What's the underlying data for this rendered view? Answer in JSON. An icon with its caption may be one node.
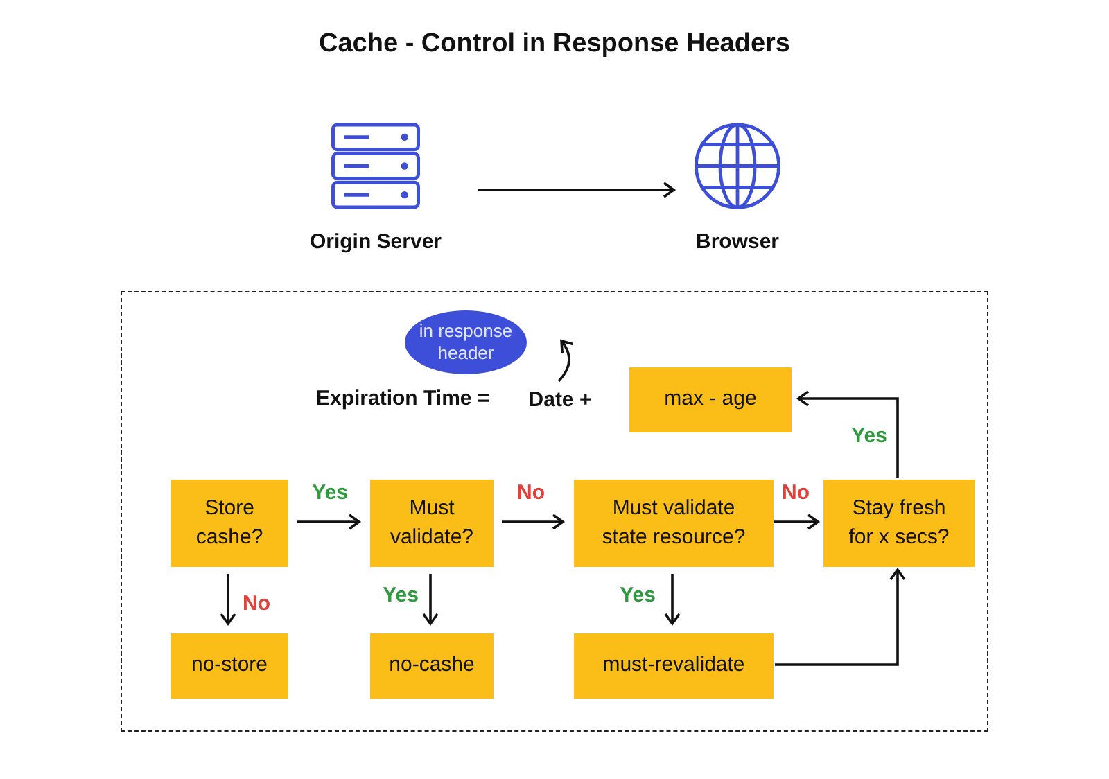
{
  "diagram": {
    "title": "Cache - Control in Response Headers",
    "nodes": [
      {
        "text": [
          "Origin Server"
        ]
      },
      {
        "text": [
          "Browser"
        ]
      },
      {
        "text": [],
        "shape": "box"
      },
      {
        "text": [
          "in response header"
        ],
        "in": 2
      },
      {
        "text": [
          "Date +"
        ],
        "in": 2
      },
      {
        "text": [
          "max - age"
        ],
        "in": 2
      },
      {
        "text": [
          "Store cashe?"
        ],
        "in": 2
      },
      {
        "text": [
          "Must validate?"
        ],
        "in": 2
      },
      {
        "text": [
          "Must validate state resource?"
        ],
        "in": 2
      },
      {
        "text": [
          "Stay fresh for x secs?"
        ],
        "in": 2
      },
      {
        "text": [
          "no-store"
        ],
        "in": 2
      },
      {
        "text": [
          "no-cashe"
        ],
        "in": 2
      },
      {
        "text": [
          "must-revalidate"
        ],
        "in": 2
      }
    ],
    "edges": [
      {
        "from": 0,
        "to": 1,
        "arrow": "to"
      },
      {
        "from": 4,
        "to": 3,
        "arrow": "to"
      },
      {
        "from": 6,
        "to": 7,
        "label": "Yes",
        "arrow": "to"
      },
      {
        "from": 7,
        "to": 8,
        "label": "No",
        "arrow": "to"
      },
      {
        "from": 8,
        "to": 9,
        "label": "No",
        "arrow": "to"
      },
      {
        "from": 9,
        "to": 5,
        "label": "Yes",
        "arrow": "to"
      },
      {
        "from": 6,
        "to": 10,
        "label": "No",
        "arrow": "to"
      },
      {
        "from": 7,
        "to": 11,
        "label": "Yes",
        "arrow": "to"
      },
      {
        "from": 8,
        "to": 12,
        "label": "Yes",
        "arrow": "to"
      },
      {
        "from": 12,
        "to": 9,
        "arrow": "to"
      }
    ],
    "labels": [
      "Expiration Time ="
    ]
  }
}
